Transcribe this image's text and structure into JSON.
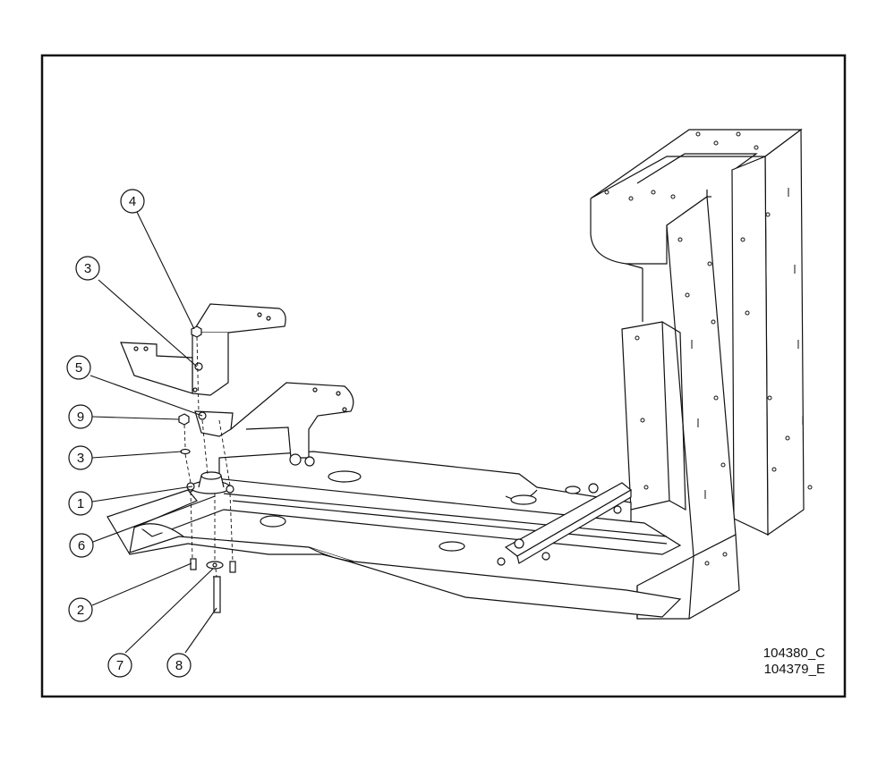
{
  "callouts": [
    {
      "id": "c4",
      "label": "4"
    },
    {
      "id": "c3a",
      "label": "3"
    },
    {
      "id": "c5",
      "label": "5"
    },
    {
      "id": "c9",
      "label": "9"
    },
    {
      "id": "c3b",
      "label": "3"
    },
    {
      "id": "c1",
      "label": "1"
    },
    {
      "id": "c6",
      "label": "6"
    },
    {
      "id": "c2",
      "label": "2"
    },
    {
      "id": "c7",
      "label": "7"
    },
    {
      "id": "c8",
      "label": "8"
    }
  ],
  "drawing_refs": [
    "104380_C",
    "104379_E"
  ],
  "colors": {
    "line": "#111111",
    "background": "#ffffff"
  }
}
